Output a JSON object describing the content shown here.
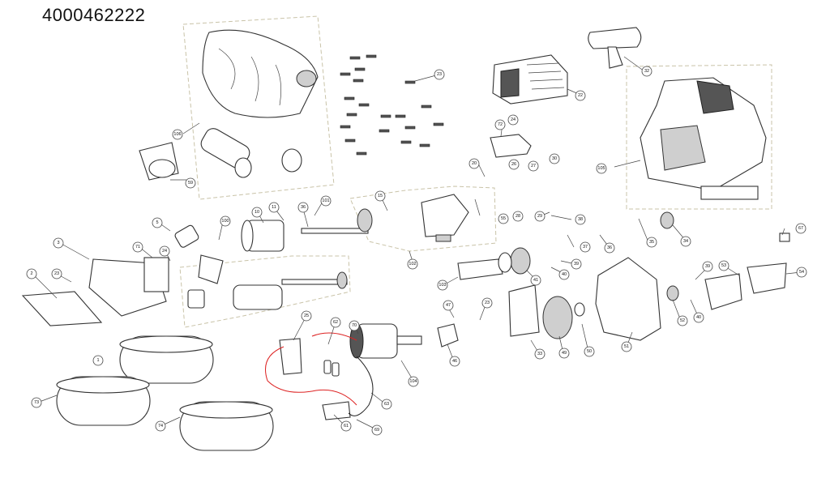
{
  "title": "4000462222",
  "callouts": [
    {
      "id": "106",
      "label": "106"
    },
    {
      "id": "59",
      "label": "59"
    },
    {
      "id": "23a",
      "label": "23"
    },
    {
      "id": "22",
      "label": "22"
    },
    {
      "id": "32",
      "label": "32"
    },
    {
      "id": "72",
      "label": "72"
    },
    {
      "id": "24a",
      "label": "24"
    },
    {
      "id": "105",
      "label": "105"
    },
    {
      "id": "20",
      "label": "20"
    },
    {
      "id": "26",
      "label": "26"
    },
    {
      "id": "27",
      "label": "27"
    },
    {
      "id": "30",
      "label": "30"
    },
    {
      "id": "101",
      "label": "101"
    },
    {
      "id": "15",
      "label": "15"
    },
    {
      "id": "55",
      "label": "55"
    },
    {
      "id": "29",
      "label": "29"
    },
    {
      "id": "28",
      "label": "28"
    },
    {
      "id": "38",
      "label": "38"
    },
    {
      "id": "35",
      "label": "35"
    },
    {
      "id": "34",
      "label": "34"
    },
    {
      "id": "67",
      "label": "67"
    },
    {
      "id": "100",
      "label": "100"
    },
    {
      "id": "10",
      "label": "10"
    },
    {
      "id": "11",
      "label": "11"
    },
    {
      "id": "36a",
      "label": "36"
    },
    {
      "id": "5",
      "label": "5"
    },
    {
      "id": "3",
      "label": "3"
    },
    {
      "id": "71",
      "label": "71"
    },
    {
      "id": "24b",
      "label": "24"
    },
    {
      "id": "102",
      "label": "102"
    },
    {
      "id": "37",
      "label": "37"
    },
    {
      "id": "36b",
      "label": "36"
    },
    {
      "id": "39a",
      "label": "39"
    },
    {
      "id": "40a",
      "label": "40"
    },
    {
      "id": "41",
      "label": "41"
    },
    {
      "id": "103",
      "label": "103"
    },
    {
      "id": "39b",
      "label": "39"
    },
    {
      "id": "53",
      "label": "53"
    },
    {
      "id": "54",
      "label": "54"
    },
    {
      "id": "2",
      "label": "2"
    },
    {
      "id": "23b",
      "label": "23"
    },
    {
      "id": "47",
      "label": "47"
    },
    {
      "id": "23c",
      "label": "23"
    },
    {
      "id": "25",
      "label": "25"
    },
    {
      "id": "62",
      "label": "62"
    },
    {
      "id": "70",
      "label": "70"
    },
    {
      "id": "52",
      "label": "52"
    },
    {
      "id": "40b",
      "label": "40"
    },
    {
      "id": "33",
      "label": "33"
    },
    {
      "id": "49",
      "label": "49"
    },
    {
      "id": "50",
      "label": "50"
    },
    {
      "id": "51",
      "label": "51"
    },
    {
      "id": "46",
      "label": "46"
    },
    {
      "id": "1",
      "label": "1"
    },
    {
      "id": "104",
      "label": "104"
    },
    {
      "id": "63",
      "label": "63"
    },
    {
      "id": "73",
      "label": "73"
    },
    {
      "id": "74",
      "label": "74"
    },
    {
      "id": "61",
      "label": "61"
    },
    {
      "id": "69",
      "label": "69"
    }
  ]
}
